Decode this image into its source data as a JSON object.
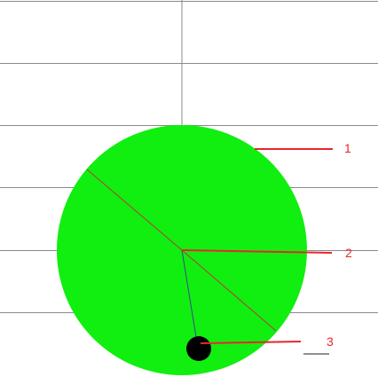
{
  "colors": {
    "background": "#ffffff",
    "grid": "#8a8a8a",
    "disc": "#10ef10",
    "radius_red": "#b83a3a",
    "radius_blue": "#3a4a8a",
    "ball": "#000000",
    "callout": "#e8262b"
  },
  "callouts": [
    {
      "id": "1",
      "label": "1",
      "target": "disc-edge"
    },
    {
      "id": "2",
      "label": "2",
      "target": "disc-center"
    },
    {
      "id": "3",
      "label": "3",
      "target": "ball"
    }
  ]
}
